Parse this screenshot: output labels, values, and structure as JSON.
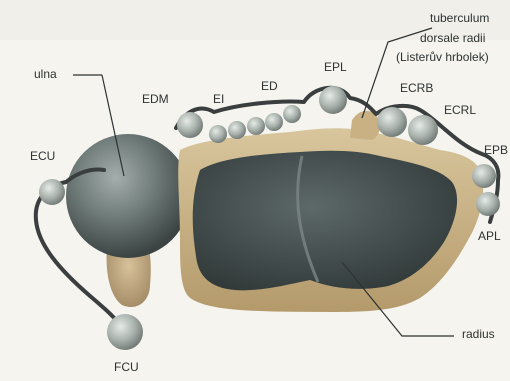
{
  "labels": {
    "ulna": "ulna",
    "ecu": "ECU",
    "fcu": "FCU",
    "edm": "EDM",
    "ei": "EI",
    "ed": "ED",
    "epl": "EPL",
    "tuberculum_line1": "tuberculum",
    "tuberculum_line2": "dorsale radii",
    "tuberculum_line3": "(Listerův hrbolek)",
    "ecrb": "ECRB",
    "ecrl": "ECRL",
    "epb": "EPB",
    "apl": "APL",
    "radius": "radius"
  },
  "colors": {
    "paper": "#f5f4ef",
    "bone_outer": "#cdb58a",
    "bone_dark": "#3f4848",
    "tendon": "#a9b1ab",
    "sheath_line": "#3a3e3e",
    "text": "#2d3232"
  }
}
